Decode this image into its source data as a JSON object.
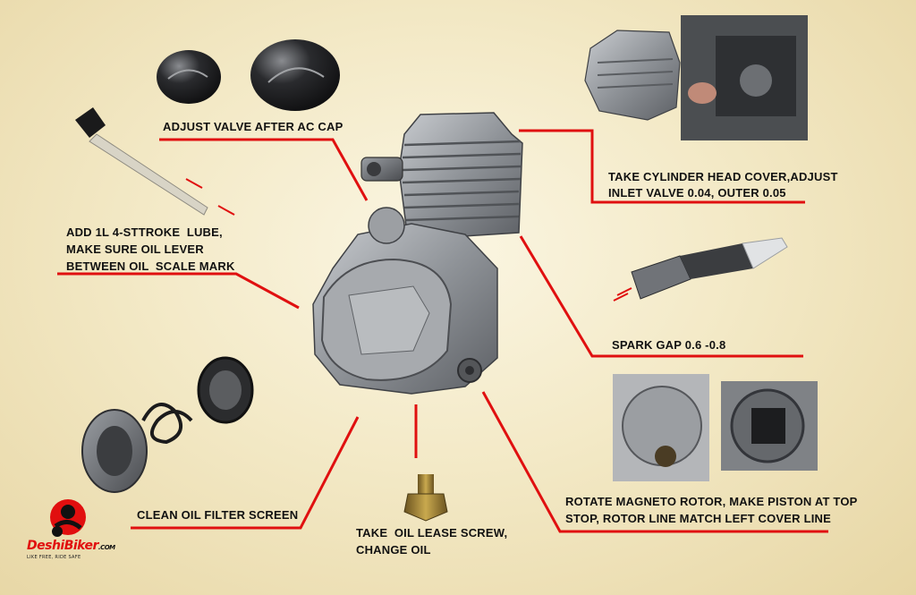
{
  "labels": {
    "valve_cap": "ADJUST VALVE AFTER AC CAP",
    "cylinder_head_1": "TAKE CYLINDER HEAD COVER,ADJUST",
    "cylinder_head_2": "INLET VALVE 0.04, OUTER 0.05",
    "lube_1": "ADD 1L 4-STTROKE  LUBE,",
    "lube_2": "MAKE SURE OIL LEVER",
    "lube_3": "BETWEEN OIL  SCALE MARK",
    "spark": "SPARK GAP 0.6 -0.8",
    "filter": "CLEAN OIL FILTER SCREEN",
    "drain_1": "TAKE  OIL LEASE SCREW,",
    "drain_2": "CHANGE OIL",
    "rotor_1": "ROTATE MAGNETO ROTOR, MAKE PISTON AT TOP",
    "rotor_2": "STOP, ROTOR LINE MATCH LEFT COVER LINE"
  },
  "logo": {
    "name": "DeshiBiker",
    "suffix": ".COM",
    "tagline": "LIKE FREE, RIDE SAFE"
  },
  "colors": {
    "leader_line": "#e01010",
    "engine_metal": "#8e9196",
    "background": "#f3e9c6"
  }
}
